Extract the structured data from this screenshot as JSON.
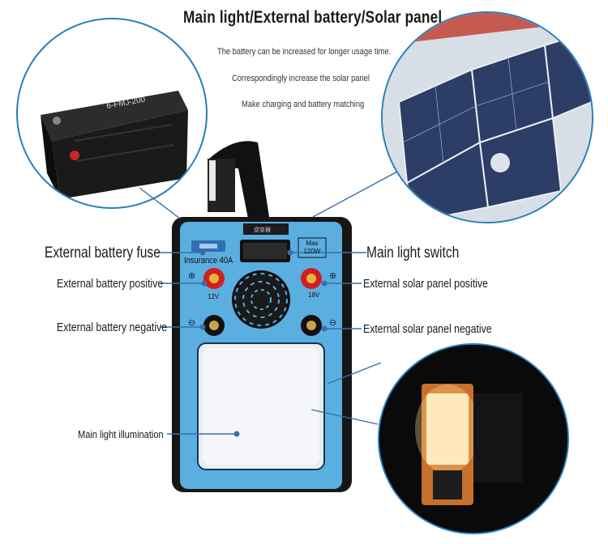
{
  "title": "Main light/External battery/Solar panel",
  "subtitle_lines": [
    "The battery can be increased for longer usage time.",
    "Correspondingly increase the solar panel",
    "Make charging and battery matching"
  ],
  "battery": {
    "brand_text": "6-FMJ-200"
  },
  "device": {
    "fuse_label": "Insurance 40A",
    "switch_badge": "Max 120W",
    "battery_voltage": "12V",
    "solar_voltage": "18V",
    "top_small_text": "逆变器"
  },
  "labels": {
    "fuse": "External battery fuse",
    "main_switch": "Main light switch",
    "battery_positive": "External battery positive",
    "battery_negative": "External battery negative",
    "solar_positive": "External solar panel positive",
    "solar_negative": "External solar panel negative",
    "illumination": "Main light illumination"
  },
  "colors": {
    "device_body": "#5aaee0",
    "connector_red": "#d01e24",
    "line": "#3a6ea5"
  }
}
